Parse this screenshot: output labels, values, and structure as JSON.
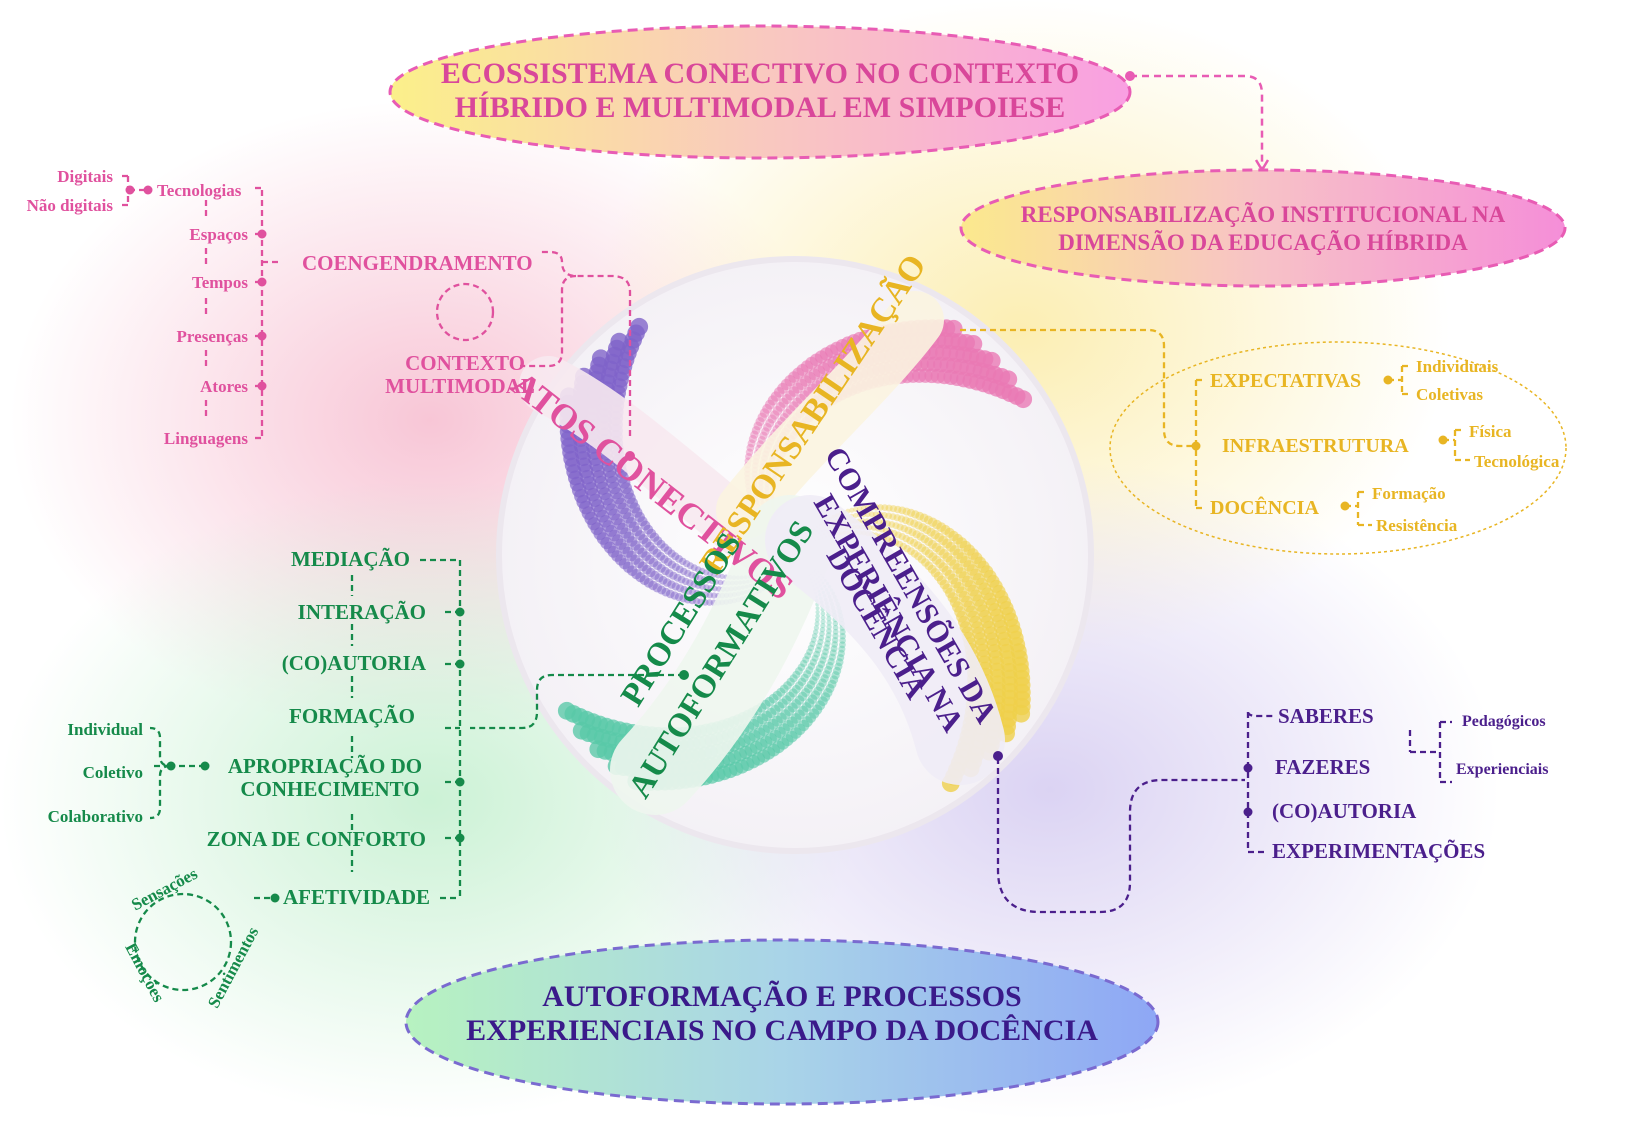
{
  "title_top": {
    "line1": "ECOSSISTEMA CONECTIVO NO CONTEXTO",
    "line2": "HÍBRIDO E MULTIMODAL EM SIMPOIESE"
  },
  "title_right": {
    "line1": "RESPONSABILIZAÇÃO INSTITUCIONAL NA",
    "line2": "DIMENSÃO DA EDUCAÇÃO HÍBRIDA"
  },
  "title_bottom": {
    "line1": "AUTOFORMAÇÃO E PROCESSOS",
    "line2": "EXPERIENCIAIS NO CAMPO DA DOCÊNCIA"
  },
  "circle_labels": {
    "atos": "ATOS CONECTIVOS",
    "resp": "RESPONSABILIZAÇÃO",
    "proc1": "PROCESSOS",
    "proc2": "AUTOFORMATIVOS",
    "comp1": "COMPREENSÕES DA",
    "comp2": "EXPERIÊNCIA NA",
    "comp3": "DOCÊNCIA"
  },
  "pink": {
    "coengendramento": "COENGENDRAMENTO",
    "contexto1": "CONTEXTO",
    "contexto2": "MULTIMODAL",
    "tecnologias": "Tecnologias",
    "digitais": "Digitais",
    "nao_digitais": "Não digitais",
    "espacos": "Espaços",
    "tempos": "Tempos",
    "presencas": "Presenças",
    "atores": "Atores",
    "linguagens": "Linguagens"
  },
  "gold": {
    "expectativas": "EXPECTATIVAS",
    "individuais": "Individuais",
    "coletivas": "Coletivas",
    "infraestrutura": "INFRAESTRUTURA",
    "fisica": "Física",
    "tecnologica": "Tecnológica",
    "docencia": "DOCÊNCIA",
    "formacao": "Formação",
    "resistencia": "Resistência"
  },
  "green": {
    "mediacao": "MEDIAÇÃO",
    "interacao": "INTERAÇÃO",
    "coautoria": "(CO)AUTORIA",
    "formacao": "FORMAÇÃO",
    "apropriacao1": "APROPRIAÇÃO DO",
    "apropriacao2": "CONHECIMENTO",
    "zona": "ZONA DE CONFORTO",
    "afetividade": "AFETIVIDADE",
    "individual": "Individual",
    "coletivo": "Coletivo",
    "colaborativo": "Colaborativo",
    "sensacoes": "Sensações",
    "sentimentos": "Sentimentos",
    "emocoes": "Emoções"
  },
  "purple": {
    "saberes": "SABERES",
    "fazeres": "FAZERES",
    "coautoria": "(CO)AUTORIA",
    "experimentacoes": "EXPERIMENTAÇÕES",
    "pedagogicos": "Pedagógicos",
    "experienciais": "Experienciais"
  },
  "colors": {
    "pink": "#e0519e",
    "gold": "#e8b523",
    "green": "#158a4a",
    "purple": "#4b1f8c"
  }
}
